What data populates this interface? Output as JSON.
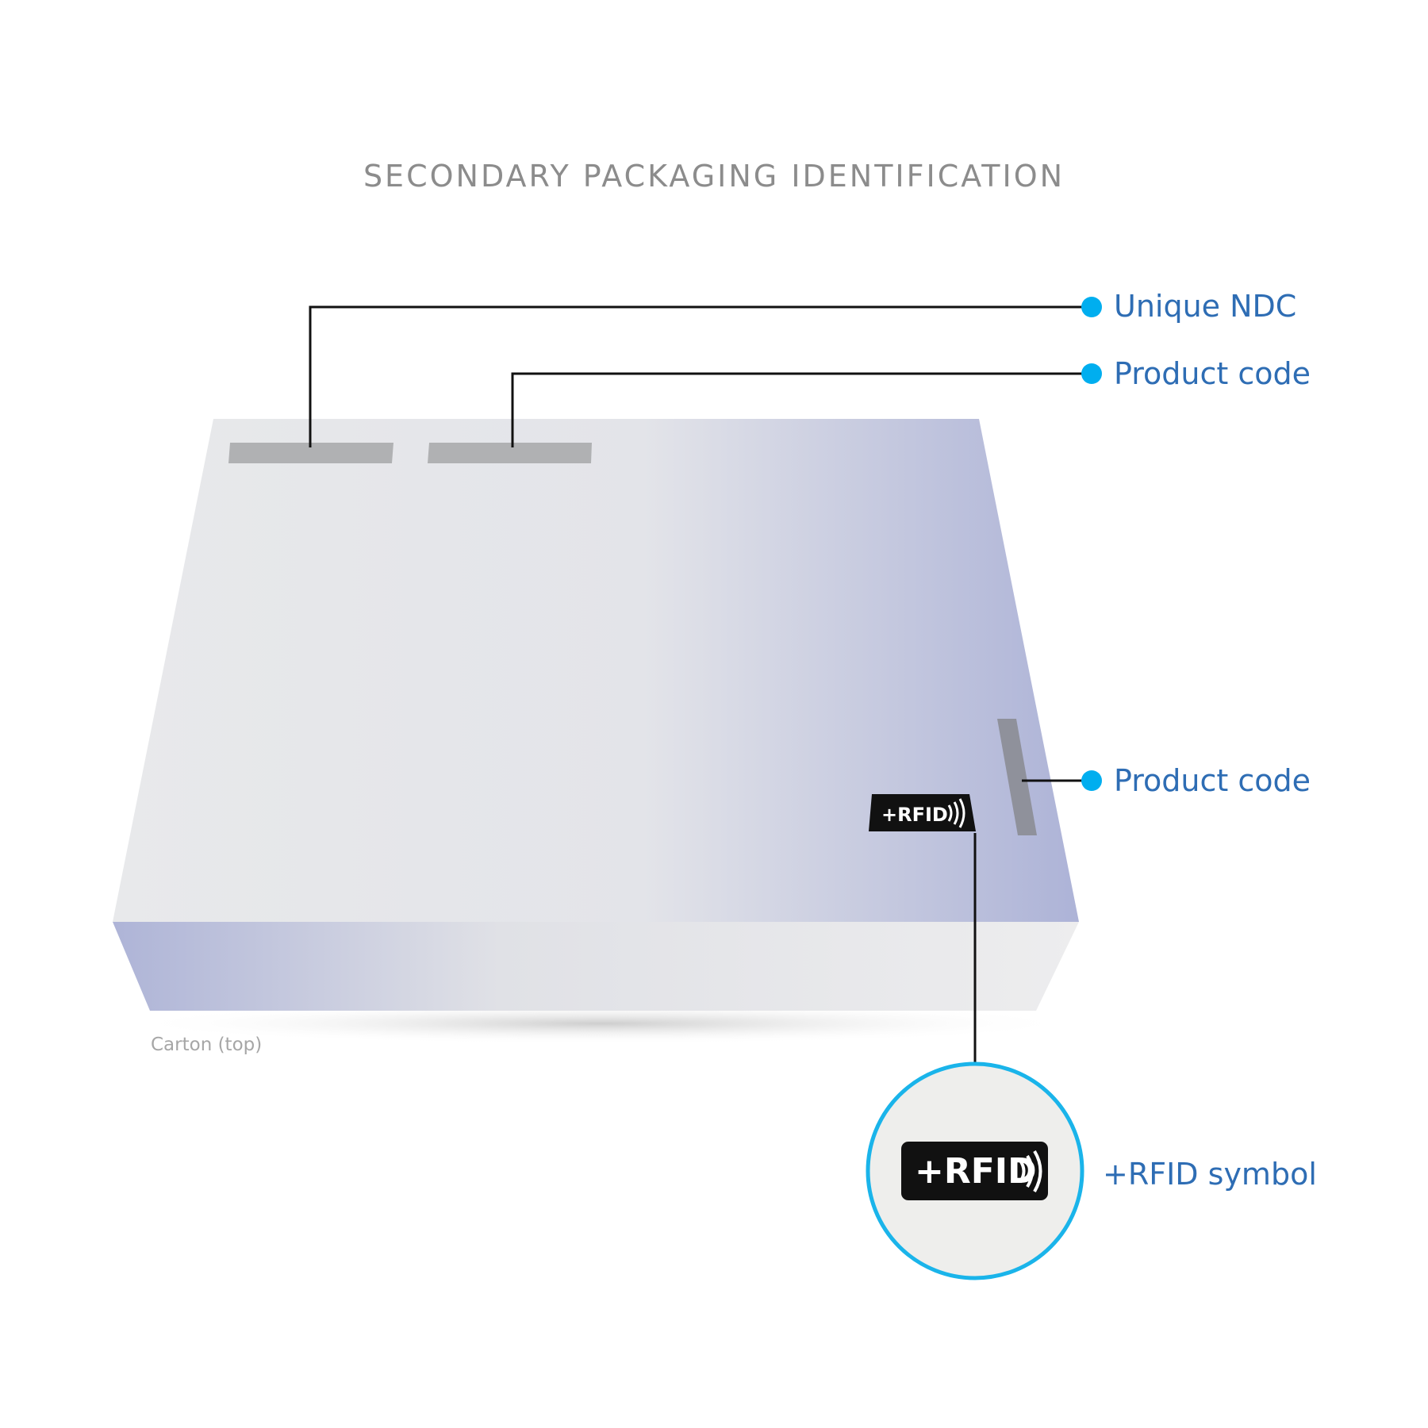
{
  "title": "SECONDARY PACKAGING IDENTIFICATION",
  "callouts": {
    "unique_ndc": "Unique NDC",
    "product_code_top": "Product code",
    "product_code_side": "Product code",
    "rfid_symbol": "+RFID symbol"
  },
  "carton_caption": "Carton (top)",
  "rfid_mark": "+RFID",
  "colors": {
    "callout_dot": "#00aeef",
    "callout_text": "#2e6db4",
    "zoom_ring": "#1ab4ea",
    "box_light": "#e7e8ea",
    "box_blue": "#aeb4d6",
    "label_strip": "#b0b1b3"
  }
}
